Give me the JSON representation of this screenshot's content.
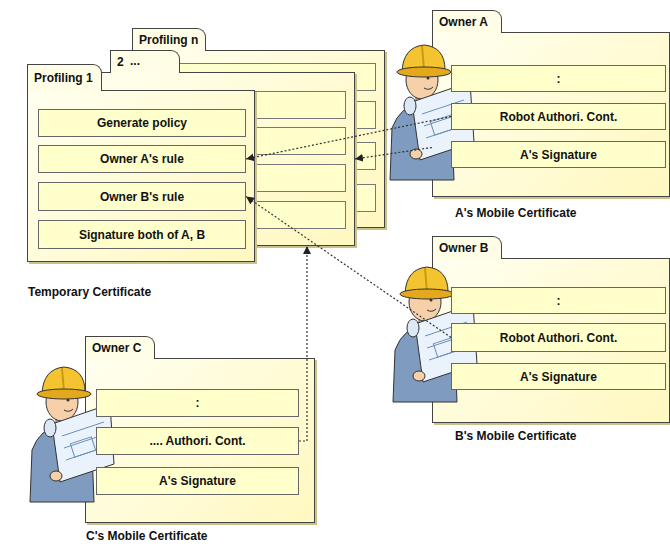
{
  "diagram": {
    "nodes": [
      {
        "text": [
          "Profiling n"
        ]
      },
      {
        "text": [
          "2"
        ]
      },
      {
        "text": [
          "Profiling 1",
          "Temporary Certificate"
        ]
      },
      {
        "text": [
          "Generate policy"
        ],
        "in": 2
      },
      {
        "text": [
          "Owner A's rule"
        ],
        "in": 2
      },
      {
        "text": [
          "Owner B's rule"
        ],
        "in": 2
      },
      {
        "text": [
          "Signature both of A, B"
        ],
        "in": 2
      },
      {
        "text": [
          "Owner A",
          "A's Mobile Certificate"
        ]
      },
      {
        "text": [
          ":"
        ],
        "in": 7
      },
      {
        "text": [
          "Robot Authori. Cont."
        ],
        "in": 7
      },
      {
        "text": [
          "A's Signature"
        ],
        "in": 7
      },
      {
        "text": [
          "Owner B",
          "B's Mobile Certificate"
        ]
      },
      {
        "text": [
          ":"
        ],
        "in": 11
      },
      {
        "text": [
          "Robot Authori. Cont."
        ],
        "in": 11
      },
      {
        "text": [
          "A's Signature"
        ],
        "in": 11
      },
      {
        "text": [
          "Owner C",
          "C's Mobile Certificate"
        ]
      },
      {
        "text": [
          ":"
        ],
        "in": 15
      },
      {
        "text": [
          ".... Authori. Cont."
        ],
        "in": 15
      },
      {
        "text": [
          "A's Signature"
        ],
        "in": 15
      }
    ],
    "edges": [
      {
        "from": 9,
        "to": 4,
        "arrow": "to"
      },
      {
        "from": 7,
        "to": 1,
        "arrow": "to"
      },
      {
        "from": 13,
        "to": 5,
        "arrow": "to"
      },
      {
        "from": 17,
        "to": 1,
        "arrow": "to"
      }
    ],
    "labels": [
      "..."
    ]
  }
}
